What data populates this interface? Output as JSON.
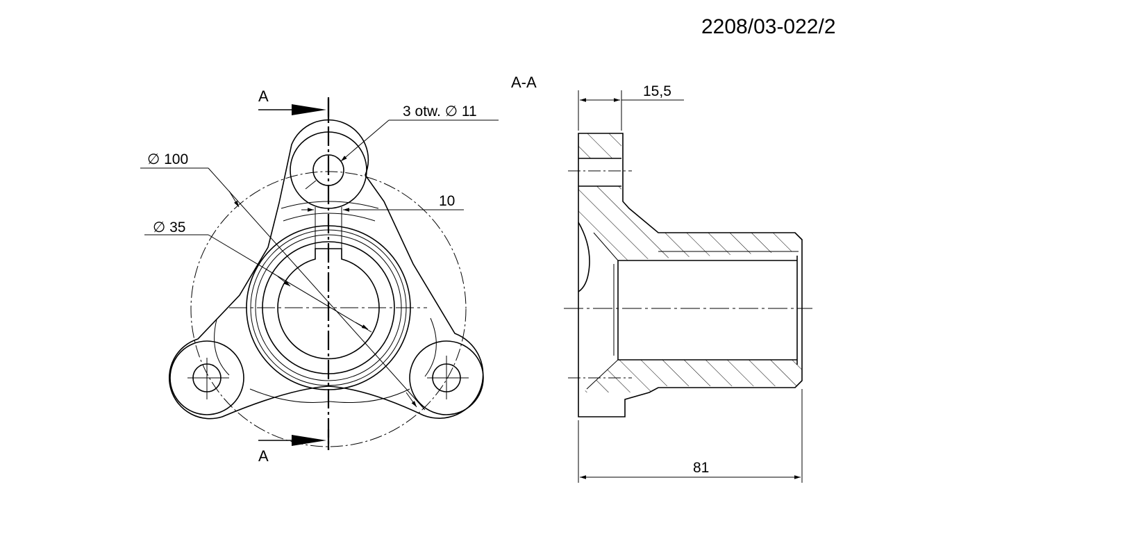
{
  "drawing": {
    "number": "2208/03-022/2",
    "section_label": "A-A",
    "section_marker_top": "A",
    "section_marker_bottom": "A"
  },
  "dimensions": {
    "holes": "3 otw.  ∅ 11",
    "bolt_circle": "∅ 100",
    "bore": "∅ 35",
    "keyway": "10",
    "flange_thickness": "15,5",
    "total_length": "81"
  },
  "colors": {
    "line": "#000000",
    "background": "#ffffff"
  }
}
